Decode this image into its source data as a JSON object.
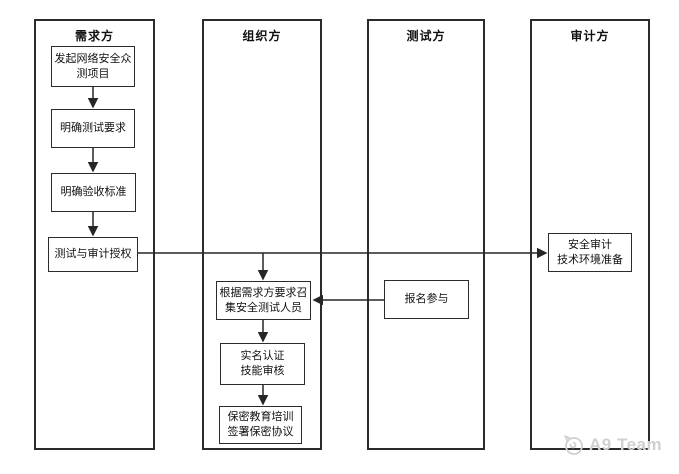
{
  "diagram": {
    "lanes": [
      {
        "id": "demander",
        "title": "需求方"
      },
      {
        "id": "organizer",
        "title": "组织方"
      },
      {
        "id": "tester",
        "title": "测试方"
      },
      {
        "id": "auditor",
        "title": "审计方"
      }
    ],
    "nodes": {
      "initiate": "发起网络安全众\n测项目",
      "test_requirements": "明确测试要求",
      "acceptance_criteria": "明确验收标准",
      "authorization": "测试与审计授权",
      "convene_testers": "根据需求方要求召\n集安全测试人员",
      "identity_skill": "实名认证\n技能审核",
      "confidentiality": "保密教育培训\n签署保密协议",
      "signup": "报名参与",
      "audit_prep": "安全审计\n技术环境准备"
    },
    "connectors": [
      {
        "name": "initiate-to-test-requirements",
        "points": [
          [
            93,
            87
          ],
          [
            93,
            107
          ]
        ]
      },
      {
        "name": "test-requirements-to-acceptance",
        "points": [
          [
            93,
            148
          ],
          [
            93,
            171
          ]
        ]
      },
      {
        "name": "acceptance-to-authorization",
        "points": [
          [
            93,
            212
          ],
          [
            93,
            235
          ]
        ]
      },
      {
        "name": "authorization-to-audit-prep",
        "points": [
          [
            138,
            253
          ],
          [
            546,
            253
          ]
        ]
      },
      {
        "name": "authorization-to-convene-testers",
        "points": [
          [
            263,
            253
          ],
          [
            263,
            279
          ]
        ]
      },
      {
        "name": "signup-to-convene-testers",
        "points": [
          [
            384,
            300
          ],
          [
            314,
            300
          ]
        ]
      },
      {
        "name": "convene-to-identity-skill",
        "points": [
          [
            263,
            320
          ],
          [
            263,
            341
          ]
        ]
      },
      {
        "name": "identity-skill-to-confidentiality",
        "points": [
          [
            263,
            385
          ],
          [
            263,
            404
          ]
        ]
      }
    ],
    "colors": {
      "line": "#262626",
      "box_border": "#2b2b2b",
      "text": "#111111",
      "watermark": "#d0d0d0"
    }
  },
  "watermark": {
    "text": "A9 Team"
  }
}
